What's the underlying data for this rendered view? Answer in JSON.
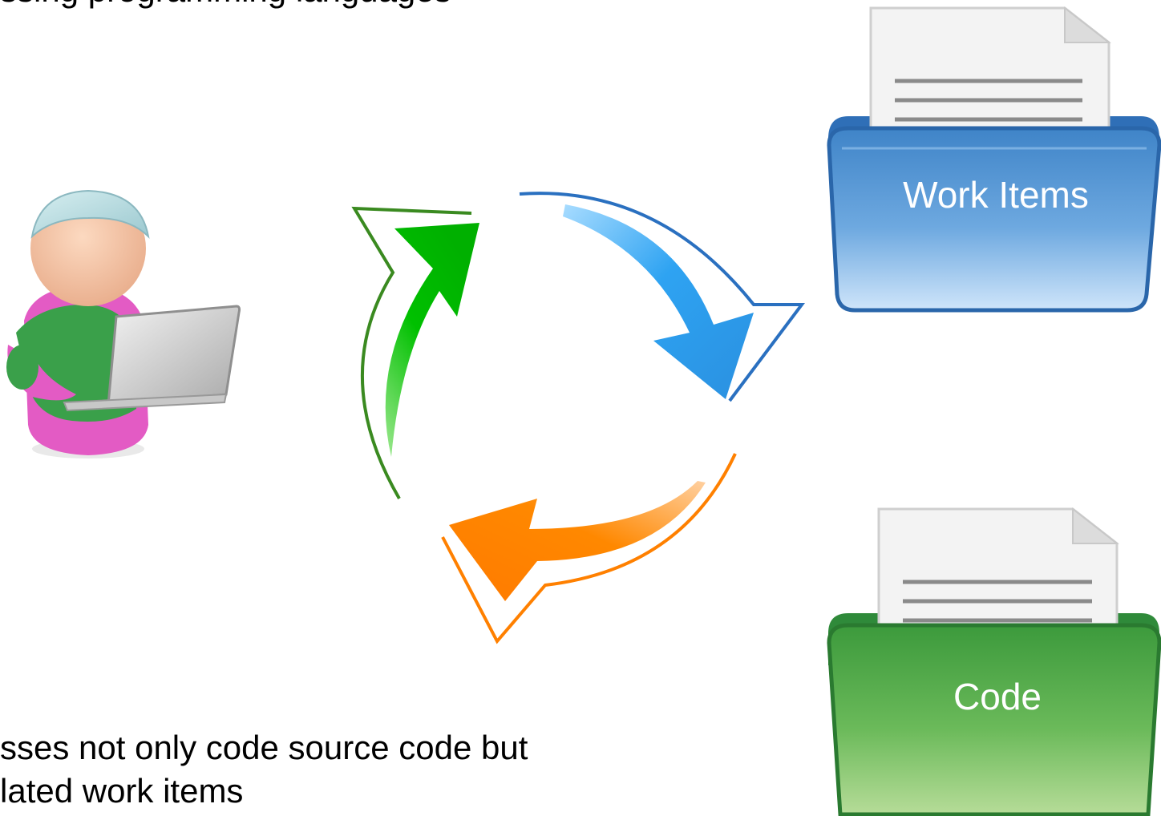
{
  "text": {
    "top_line": "ssing programming languages",
    "bottom_line_1": "sses not only code source code but",
    "bottom_line_2": "lated work items"
  },
  "folders": {
    "work_items": {
      "label": "Work Items",
      "color": "#5b9bd5"
    },
    "code": {
      "label": "Code",
      "color": "#4caf50"
    }
  },
  "cycle": {
    "arrow_colors": [
      "#00c000",
      "#2ea3f2",
      "#ff8000"
    ]
  },
  "icons": [
    "person-with-laptop-icon",
    "document-icon",
    "folder-icon",
    "cycle-arrows-icon"
  ]
}
